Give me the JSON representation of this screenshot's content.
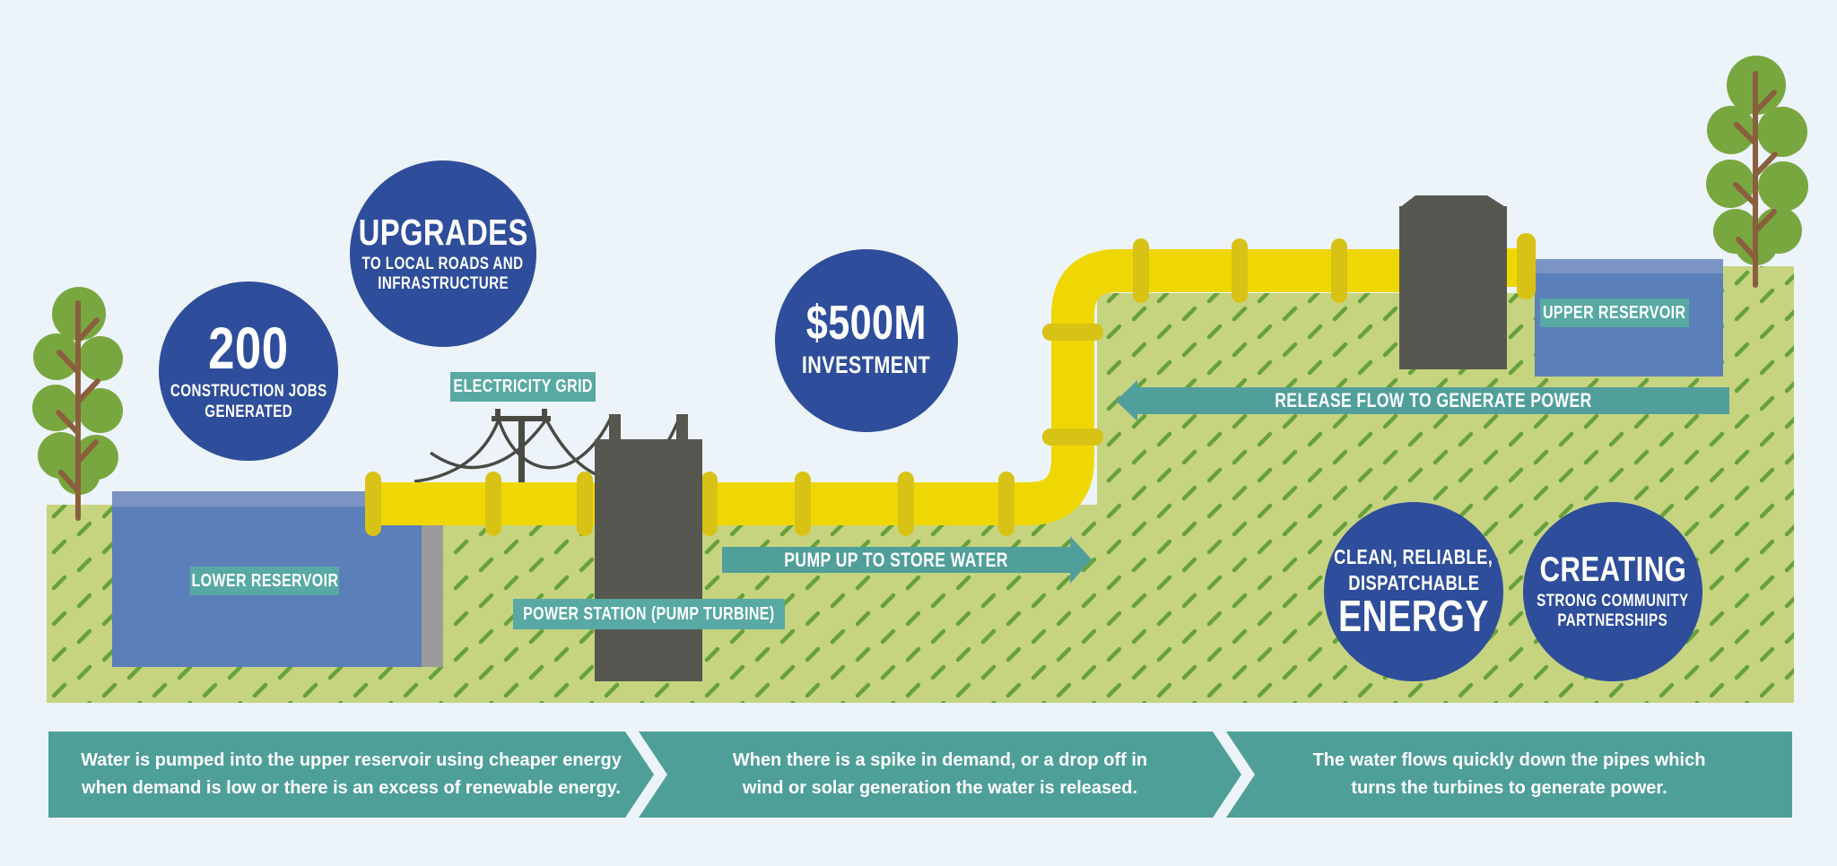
{
  "title": "Pumped hydro energy storage infographic",
  "colors": {
    "background": "#ecf3f9",
    "stat_circle_blue": "#2e4d9b",
    "label_teal": "#58a9a3",
    "arrow_teal": "#519f9b",
    "banner_teal": "#4f9f99",
    "pipe_yellow": "#efd703",
    "pipe_joint_yellow": "#d9c216",
    "ground_green": "#c6d480",
    "ground_hatch_green": "#67a13c",
    "water_blue": "#5b7fb9",
    "water_light_blue": "#7b94c4",
    "building_gray": "#565750",
    "dam_gray": "#9b9b9b",
    "tree_canopy_green": "#79a73f",
    "tree_trunk_brown": "#8a5f3e"
  },
  "circles": {
    "jobs": {
      "value": "200",
      "line1": "CONSTRUCTION JOBS",
      "line2": "GENERATED"
    },
    "upgrades": {
      "title": "UPGRADES",
      "line1": "TO LOCAL ROADS AND",
      "line2": "INFRASTRUCTURE"
    },
    "investment": {
      "value": "$500M",
      "line1": "INVESTMENT"
    },
    "energy": {
      "line1": "CLEAN, RELIABLE,",
      "line2": "DISPATCHABLE",
      "title": "ENERGY"
    },
    "community": {
      "title": "CREATING",
      "line1": "STRONG COMMUNITY",
      "line2": "PARTNERSHIPS"
    }
  },
  "labels": {
    "electricity_grid": "ELECTRICITY GRID",
    "lower_reservoir": "LOWER RESERVOIR",
    "power_station": "POWER STATION (PUMP TURBINE)",
    "upper_reservoir": "UPPER RESERVOIR"
  },
  "arrows": {
    "pump_up": "PUMP UP TO STORE WATER",
    "release": "RELEASE FLOW TO GENERATE POWER"
  },
  "process_steps": [
    {
      "text": "Water is pumped into the upper reservoir using cheaper energy\nwhen demand is low or there is an excess of renewable energy."
    },
    {
      "text": "When there is a spike in demand, or a drop off in\nwind or solar generation the water is released."
    },
    {
      "text": "The water flows quickly down the pipes which\nturns the turbines to generate power."
    }
  ]
}
